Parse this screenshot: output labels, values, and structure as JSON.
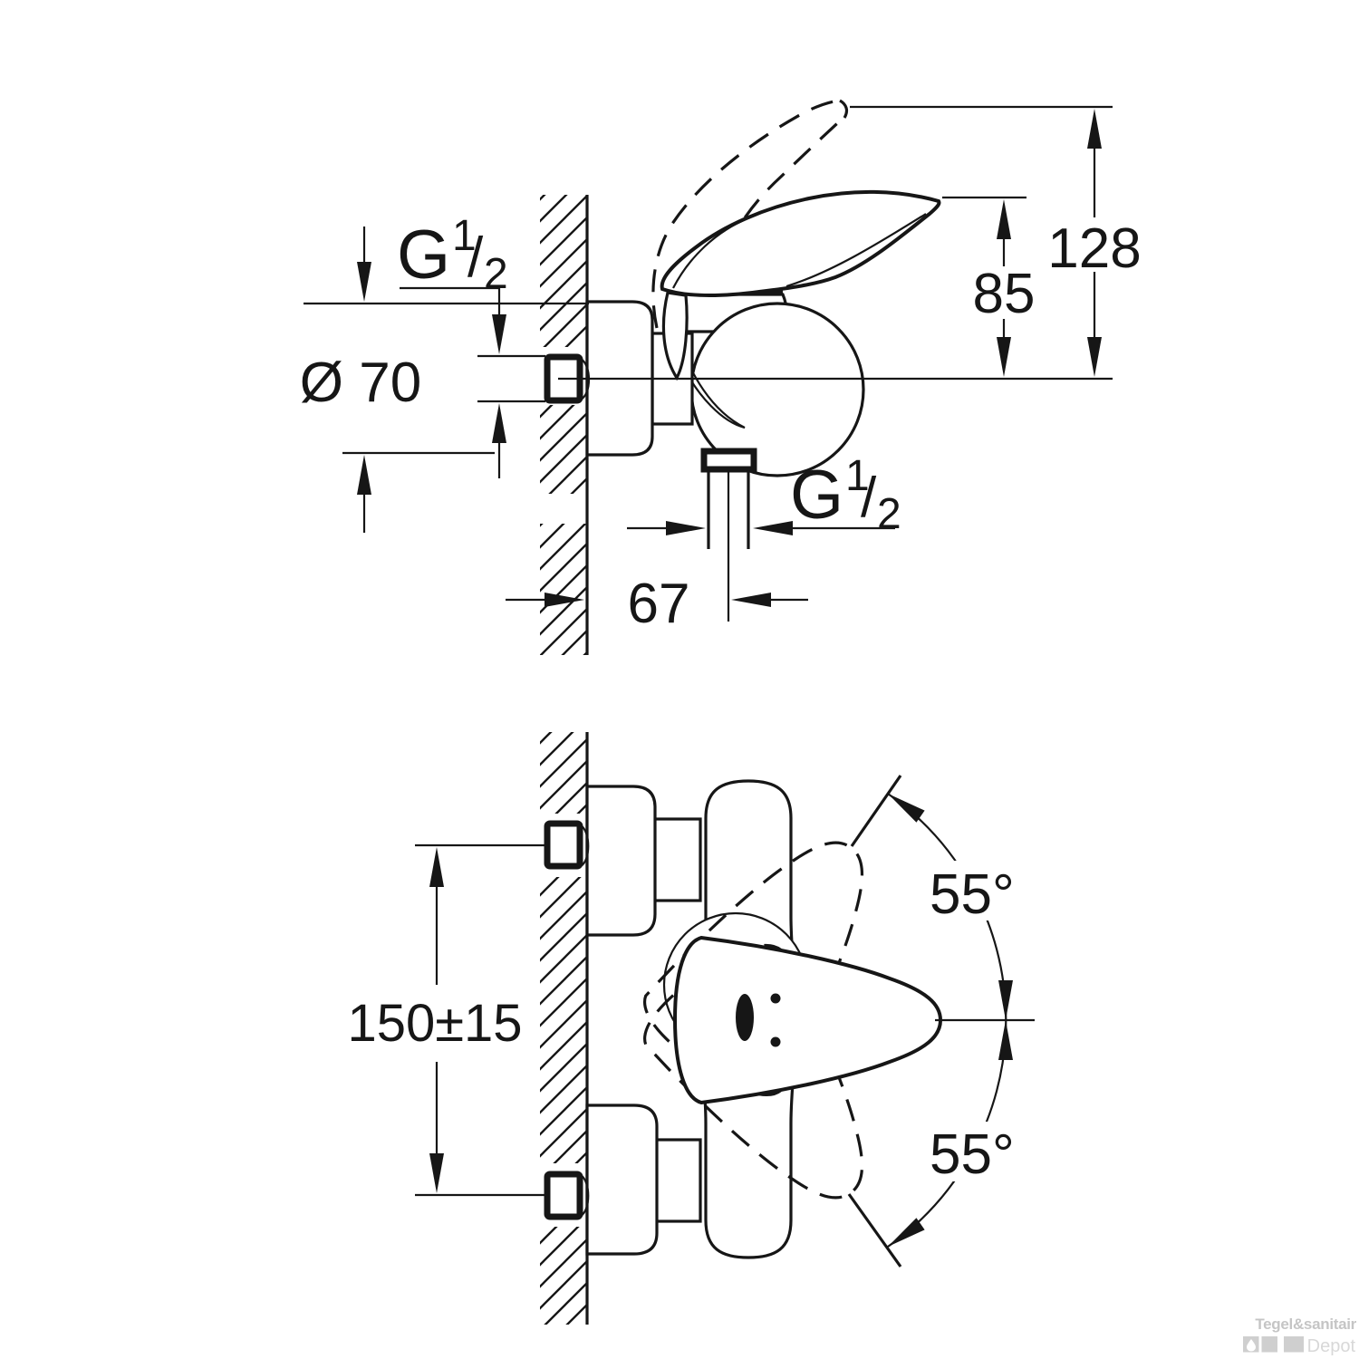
{
  "drawing": {
    "background": "#ffffff",
    "ink_color": "#161616",
    "dimensions": {
      "overall_height": "128",
      "handle_height": "85",
      "flange_diameter": "Ø 70",
      "wall_to_hose_center": "67",
      "mounting_centers": "150±15",
      "swivel_angle_upper": "55°",
      "swivel_angle_lower": "55°",
      "thread_label": "G 1/2",
      "thread": {
        "letter": "G",
        "numerator": "1",
        "slash": "/",
        "denominator": "2"
      }
    },
    "watermark": {
      "brand": "Tegel&sanitair",
      "sub_brand": "Depot",
      "brand_color": "#c5c5c5",
      "sub_color": "#d8d8d8",
      "square_color": "#cfcfcf"
    }
  }
}
